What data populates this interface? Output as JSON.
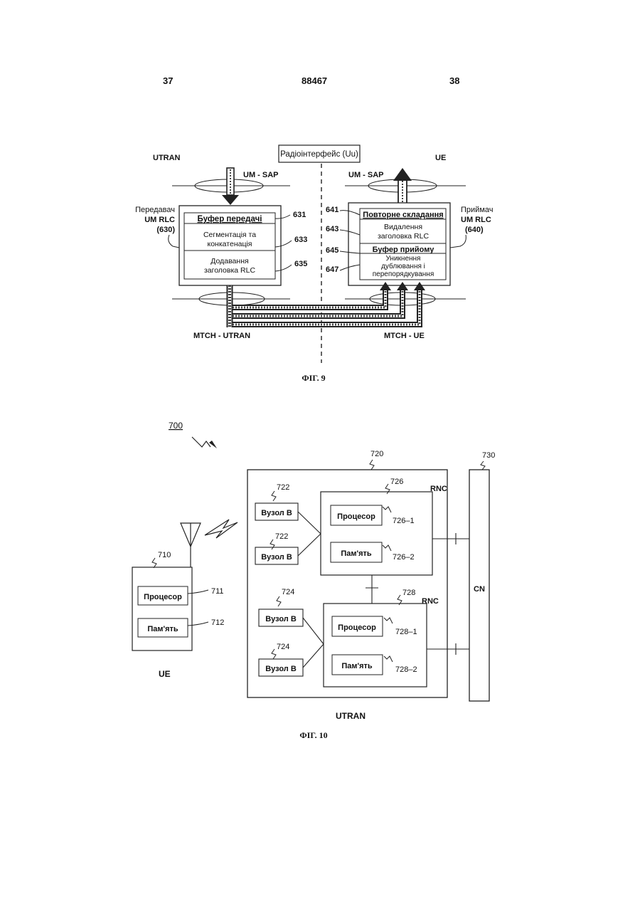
{
  "header": {
    "page_left": "37",
    "doc_number": "88467",
    "page_right": "38"
  },
  "fig9": {
    "caption": "ФІГ. 9",
    "radio_interface": "Радіоінтерфейс (Uu)",
    "left_side": "UTRAN",
    "right_side": "UE",
    "sap_left": "UM - SAP",
    "sap_right": "UM - SAP",
    "transmitter_label": [
      "Передавач",
      "UM RLC",
      "(630)"
    ],
    "receiver_label": [
      "Приймач",
      "UM RLC",
      "(640)"
    ],
    "tx_blocks": {
      "buffer": "Буфер передачі",
      "segmentation": [
        "Сегментація та",
        "конкатенація"
      ],
      "header_add": [
        "Додавання",
        "заголовка RLC"
      ]
    },
    "rx_blocks": {
      "reassembly": "Повторне складання",
      "header_remove": [
        "Видалення",
        "заголовка RLC"
      ],
      "buffer": "Буфер прийому",
      "dedup": [
        "Уникнення",
        "дублювання і",
        "перепорядкування"
      ]
    },
    "refs": {
      "r631": "631",
      "r633": "633",
      "r635": "635",
      "r641": "641",
      "r643": "643",
      "r645": "645",
      "r647": "647"
    },
    "mtch_left": "MTCH - UTRAN",
    "mtch_right": "MTCH - UE"
  },
  "fig10": {
    "caption": "ФІГ. 10",
    "system_ref": "700",
    "utran_ref": "720",
    "cn_ref": "730",
    "cn_label": "CN",
    "utran_label": "UTRAN",
    "ue_label": "UE",
    "ue_ref": "710",
    "ue_processor": "Процесор",
    "ue_processor_ref": "711",
    "ue_memory": "Пам'ять",
    "ue_memory_ref": "712",
    "node_b": "Вузол B",
    "node_b_ref_a": "722",
    "node_b_ref_b": "724",
    "rnc_label": "RNC",
    "rnc1_ref": "726",
    "rnc2_ref": "728",
    "rnc1_processor": "Процесор",
    "rnc1_processor_ref": "726–1",
    "rnc1_memory": "Пам'ять",
    "rnc1_memory_ref": "726–2",
    "rnc2_processor": "Процесор",
    "rnc2_processor_ref": "728–1",
    "rnc2_memory": "Пам'ять",
    "rnc2_memory_ref": "728–2"
  }
}
